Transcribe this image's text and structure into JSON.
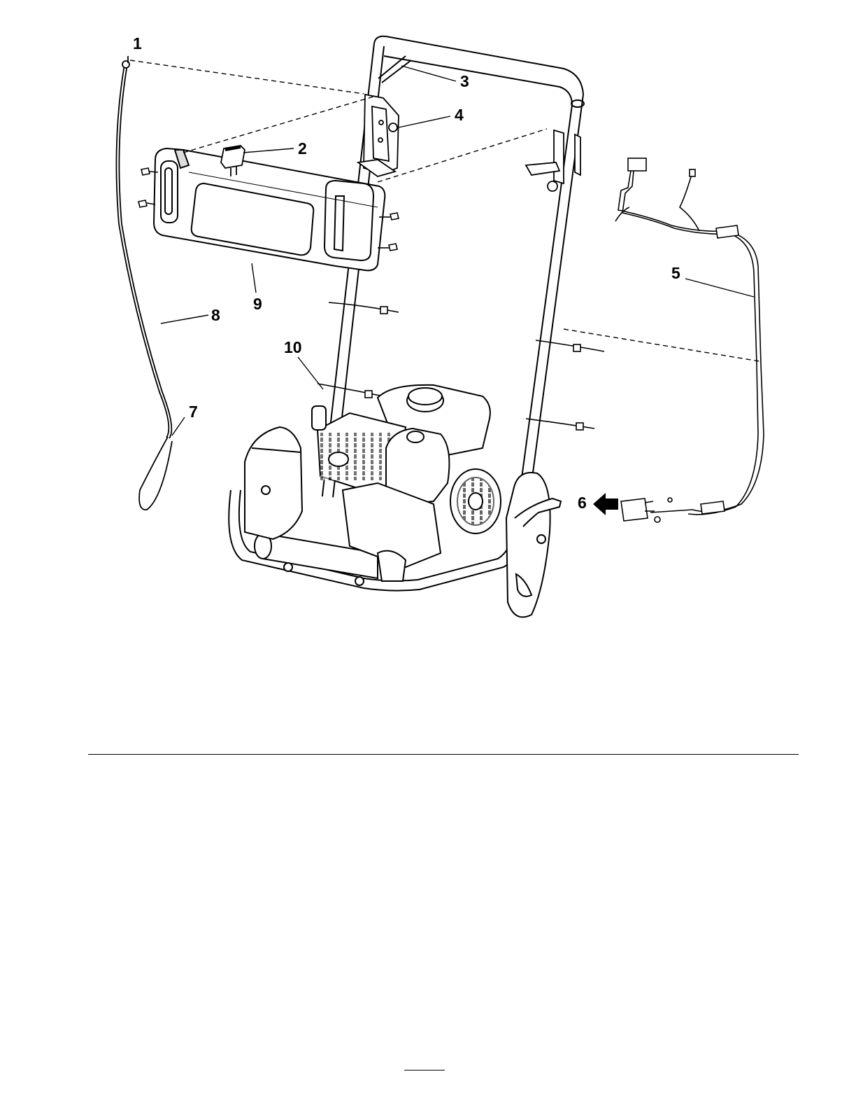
{
  "diagram": {
    "callouts": [
      {
        "id": "1",
        "label": "1"
      },
      {
        "id": "2",
        "label": "2"
      },
      {
        "id": "3",
        "label": "3"
      },
      {
        "id": "4",
        "label": "4"
      },
      {
        "id": "5",
        "label": "5"
      },
      {
        "id": "6",
        "label": "6"
      },
      {
        "id": "7",
        "label": "7"
      },
      {
        "id": "8",
        "label": "8"
      },
      {
        "id": "9",
        "label": "9"
      },
      {
        "id": "10",
        "label": "10"
      }
    ]
  },
  "colors": {
    "ink": "#000000",
    "paper": "#ffffff",
    "shade": "#e6e6e6"
  }
}
